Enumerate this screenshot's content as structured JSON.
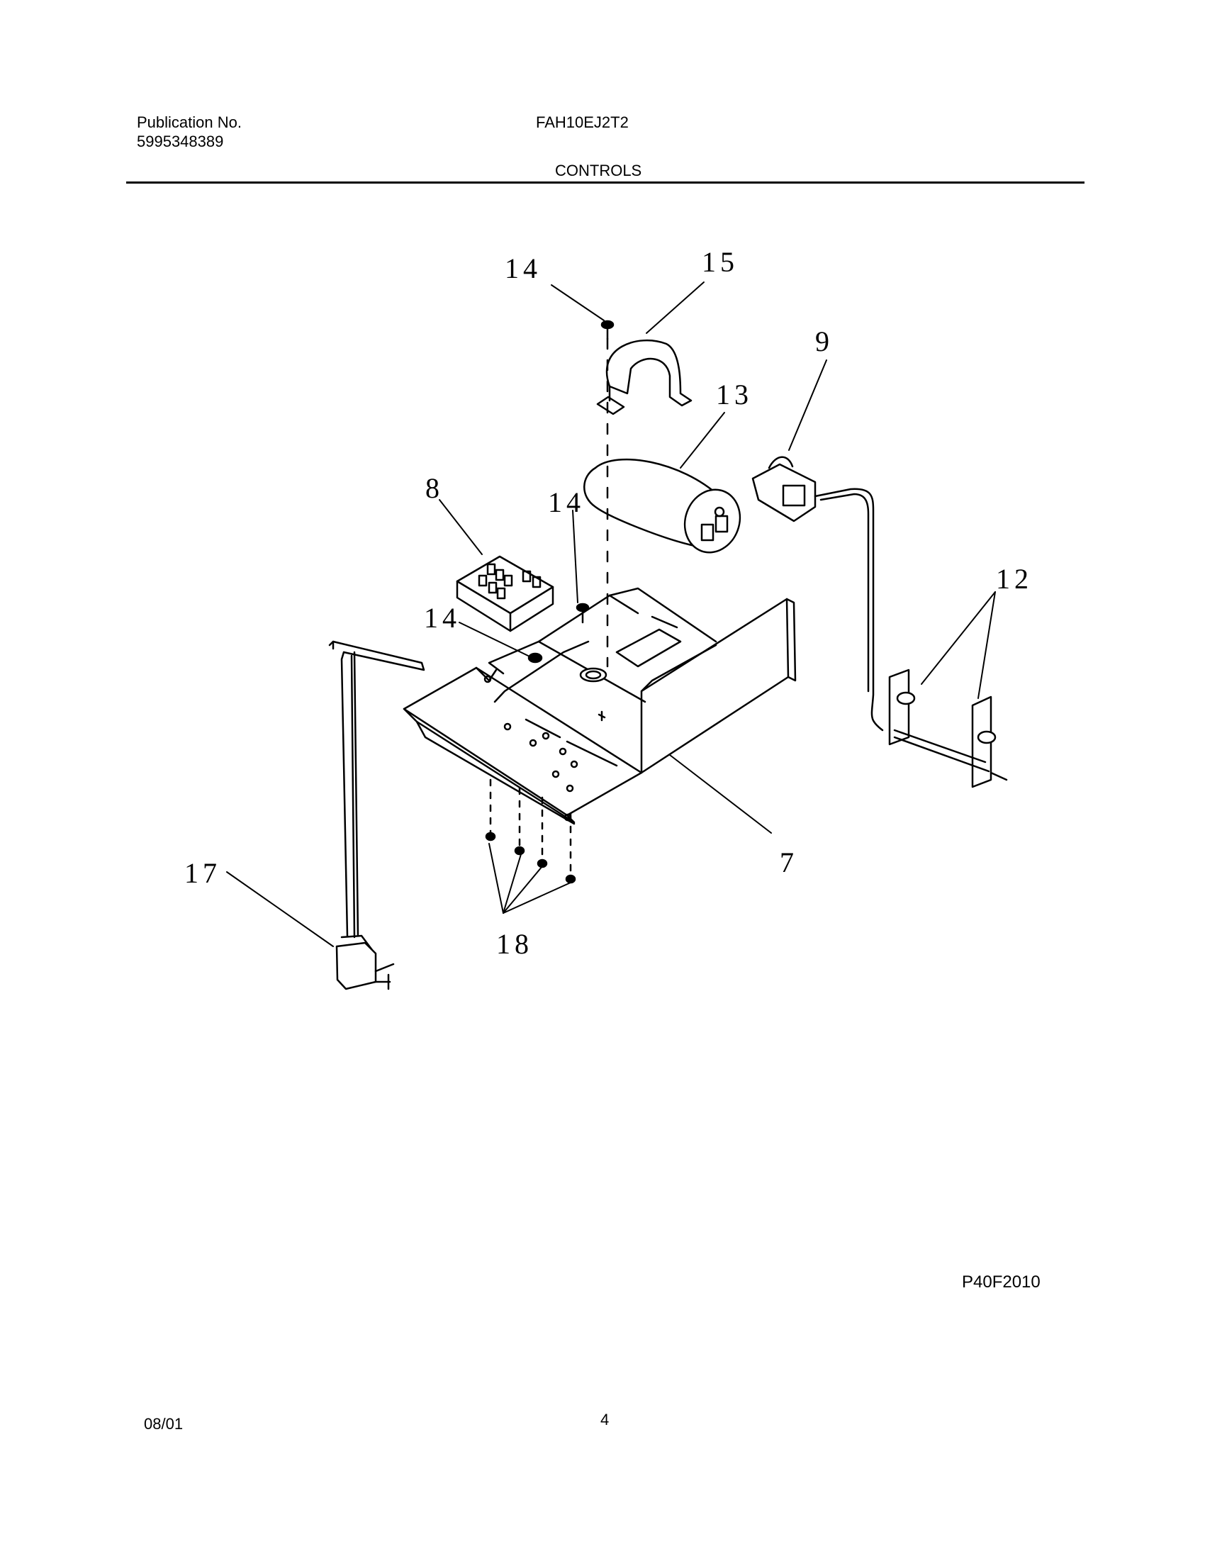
{
  "header": {
    "publication_label": "Publication No.",
    "publication_number": "5995348389",
    "model": "FAH10EJ2T2",
    "section": "CONTROLS"
  },
  "figure": {
    "code": "P40F2010",
    "callouts": {
      "c14a": "14",
      "c15": "15",
      "c9": "9",
      "c13": "13",
      "c8": "8",
      "c14b": "14",
      "c12": "12",
      "c14c": "14",
      "c17": "17",
      "c7": "7",
      "c18": "18"
    }
  },
  "footer": {
    "date": "08/01",
    "page": "4"
  }
}
